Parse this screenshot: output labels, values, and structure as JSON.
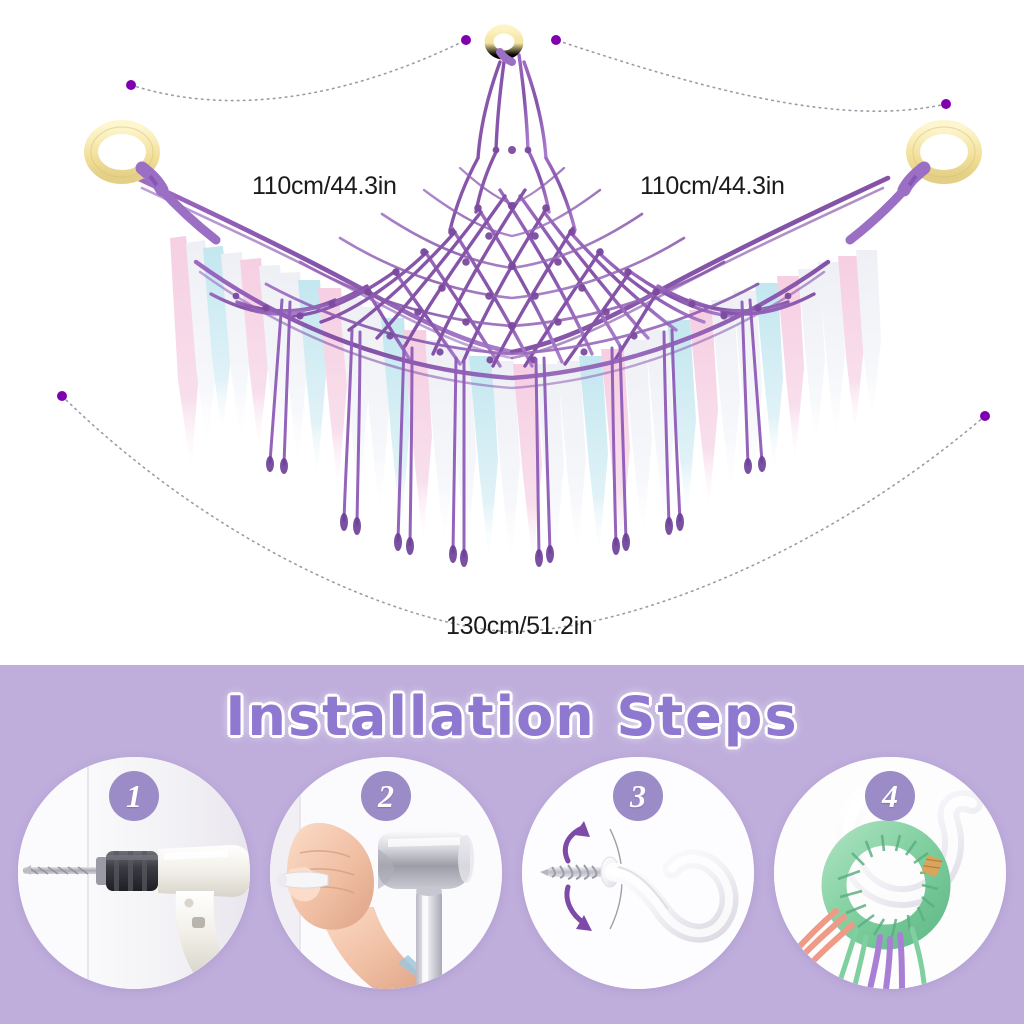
{
  "product": {
    "alt": "macrame net hammock stuffed animal holder with pastel tassels",
    "dimensions": {
      "left_span": "110cm/44.3in",
      "right_span": "110cm/44.3in",
      "bottom_span": "130cm/51.2in"
    },
    "colors": {
      "net_rope": "#8a58b0",
      "net_rope_light": "#b487d0",
      "ring_wood": "#f5e6a8",
      "tassel_pink": "#f3c6dd",
      "tassel_white": "#f4f3f7",
      "tassel_blue": "#bfe5ee",
      "tassel_purple": "#b79ad8",
      "dim_line": "#8a8a96",
      "dim_dot": "#8000b0",
      "background": "#ffffff"
    }
  },
  "install": {
    "title": "Installation Steps",
    "banner_color": "#bfaedc",
    "title_color": "#8e78d0",
    "badge_color": "#9b8bc6",
    "steps": [
      {
        "number": "1",
        "icon": "drill-icon",
        "name": "drill-hole"
      },
      {
        "number": "2",
        "icon": "hammer-icon",
        "name": "hammer-anchor"
      },
      {
        "number": "3",
        "icon": "screw-hook-icon",
        "name": "screw-in-hook"
      },
      {
        "number": "4",
        "icon": "rope-ring-icon",
        "name": "hang-ring-on-hook"
      }
    ]
  }
}
